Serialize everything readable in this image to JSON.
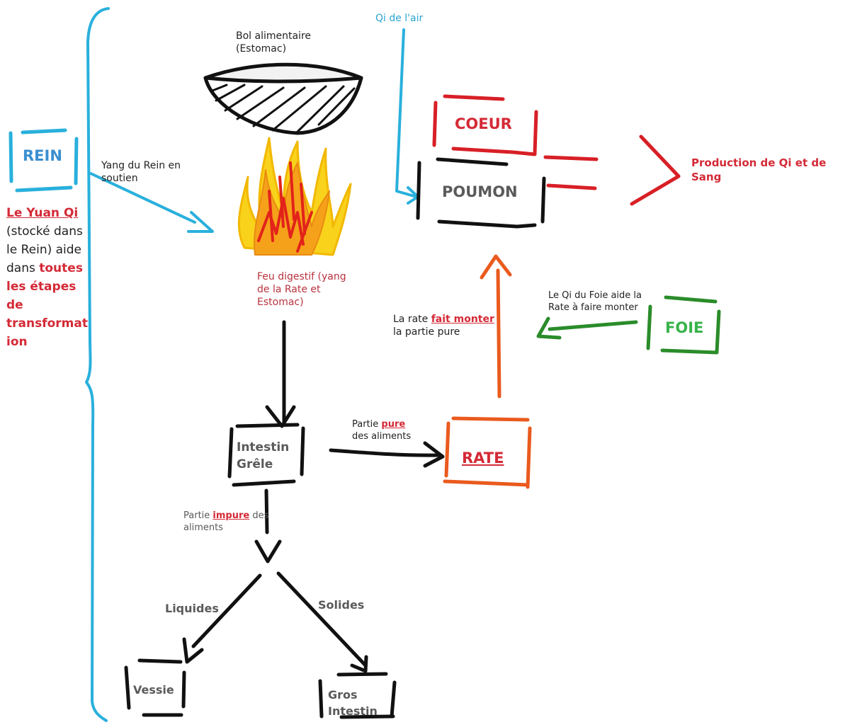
{
  "colors": {
    "blue": "#29b0dc",
    "red": "#d81f26",
    "black": "#111111",
    "orange": "#ea5a1e",
    "green": "#2a8c2a",
    "text_red": "#d42a36",
    "text_grey": "#5a5a5a",
    "text_green": "#37b34a",
    "text_blue": "#3a8fd0"
  },
  "organs": {
    "rein": "REIN",
    "coeur": "COEUR",
    "poumon": "POUMON",
    "foie": "FOIE",
    "rate": "RATE",
    "intestin_grele": [
      "Intestin",
      "Grêle"
    ],
    "vessie": "Vessie",
    "gros_intestin": [
      "Gros",
      "Intestin"
    ]
  },
  "labels": {
    "bol": [
      "Bol alimentaire",
      "(Estomac)"
    ],
    "qi_air": "Qi de l'air",
    "yang_rein": [
      "Yang du Rein en",
      "soutien"
    ],
    "feu": [
      "Feu digestif (yang",
      "de la Rate et",
      "Estomac)"
    ],
    "production": [
      "Production de Qi et de",
      "Sang"
    ],
    "foie_aide": [
      "Le Qi du Foie aide la",
      "Rate à faire monter"
    ],
    "rate_monter": {
      "pre": "La rate ",
      "em": "fait monter",
      "line2": "la partie pure"
    },
    "partie_pure": {
      "pre": "Partie ",
      "em": "pure",
      "line2": "des aliments"
    },
    "partie_impure": {
      "pre": "Partie ",
      "em": "impure",
      "post": " des",
      "line2": "aliments"
    },
    "liquides": "Liquides",
    "solides": "Solides",
    "yuan_qi": {
      "title": "Le Yuan Qi",
      "lines": [
        "(stocké dans",
        "le Rein) aide"
      ],
      "dans": "dans ",
      "em_lines": [
        "toutes",
        "les étapes",
        "de",
        "transformat",
        "ion"
      ]
    }
  }
}
